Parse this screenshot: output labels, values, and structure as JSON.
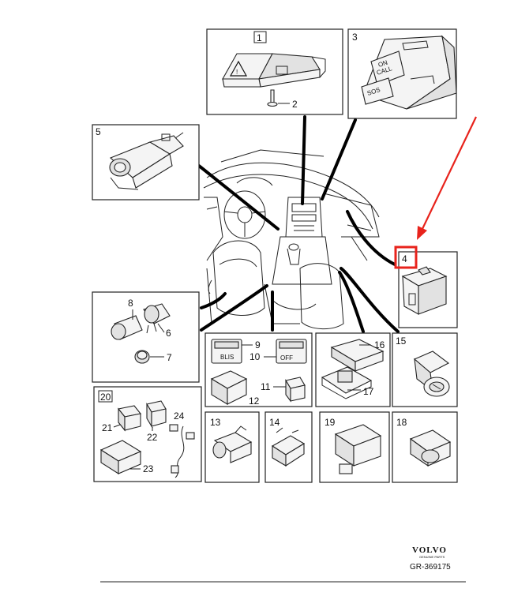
{
  "callouts": {
    "c1": "1",
    "c2": "2",
    "c3": "3",
    "c4": "4",
    "c5": "5",
    "c6": "6",
    "c7": "7",
    "c8": "8",
    "c9": "9",
    "c10": "10",
    "c11": "11",
    "c12": "12",
    "c13": "13",
    "c14": "14",
    "c15": "15",
    "c16": "16",
    "c17": "17",
    "c18": "18",
    "c19": "19",
    "c20": "20",
    "c21": "21",
    "c22": "22",
    "c23": "23",
    "c24": "24"
  },
  "button_labels": {
    "sos": "SOS",
    "on_call": "ON",
    "on_call2": "CALL",
    "blis": "BLIS",
    "off": "OFF"
  },
  "footer": {
    "brand": "VOLVO",
    "subbrand": "GENUINE PARTS",
    "ref": "GR-369175"
  },
  "highlight": {
    "color": "#e8231c",
    "target": "4"
  }
}
